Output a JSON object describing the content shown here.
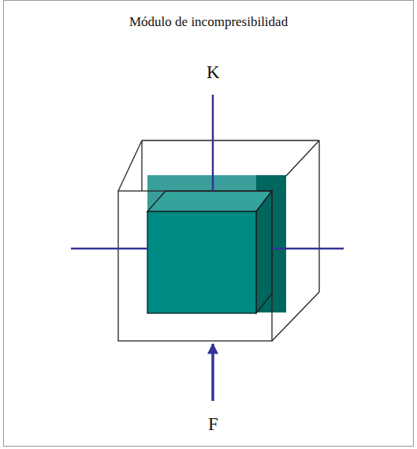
{
  "diagram": {
    "title": "Módulo de incompresibilidad",
    "labels": [
      "K",
      "F"
    ]
  }
}
